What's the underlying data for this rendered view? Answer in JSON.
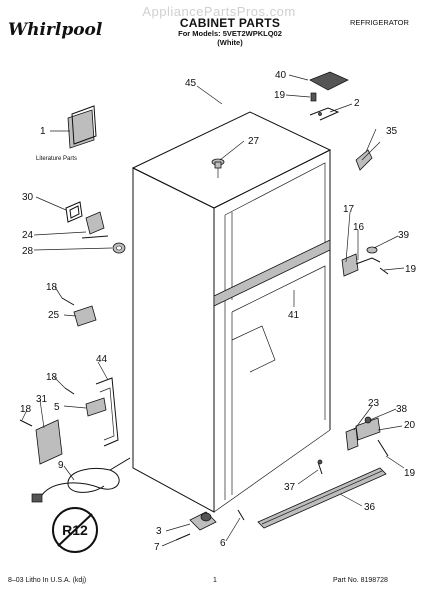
{
  "header": {
    "watermark": "AppliancePartsPros.com",
    "brand": "Whirlpool",
    "title": "CABINET PARTS",
    "models_line": "For Models: 5VET2WPKLQ02",
    "color_line": "(White)",
    "category": "REFRIGERATOR"
  },
  "diagram": {
    "literature_label": "Literature Parts",
    "refrigerant_badge": "R12",
    "callouts": {
      "c1": "1",
      "c2": "2",
      "c3": "3",
      "c5": "5",
      "c6": "6",
      "c7": "7",
      "c9": "9",
      "c16": "16",
      "c17": "17",
      "c18a": "18",
      "c18b": "18",
      "c18c": "18",
      "c19a": "19",
      "c19b": "19",
      "c19c": "19",
      "c20": "20",
      "c23": "23",
      "c24": "24",
      "c25": "25",
      "c27": "27",
      "c28": "28",
      "c30": "30",
      "c31": "31",
      "c35": "35",
      "c36": "36",
      "c37": "37",
      "c38": "38",
      "c39": "39",
      "c40": "40",
      "c41": "41",
      "c44": "44",
      "c45": "45"
    }
  },
  "footer": {
    "litho": "8–03 Litho In U.S.A. (kdj)",
    "page": "1",
    "part_no": "Part No. 8198728"
  }
}
